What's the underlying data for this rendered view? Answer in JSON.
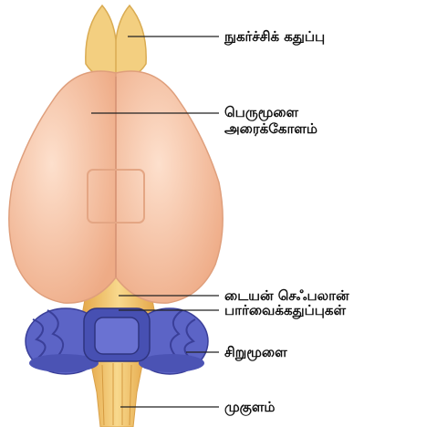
{
  "labels": {
    "olfactory_bulb": "நுகர்ச்சிக் கதுப்பு",
    "cerebral_hemisphere": [
      "பெருமூளை",
      "அரைக்கோளம்"
    ],
    "diencephalon": "டையன் செஃபலான்",
    "optic_lobes": "பார்வைக்கதுப்புகள்",
    "cerebellum": "சிறுமூளை",
    "medulla": "முகுளம்"
  },
  "colors": {
    "cerebrum": "#f6c2a2",
    "cerebrum_shade": "#e9a47f",
    "olfactory": "#f3cf80",
    "brainstem": "#f0c068",
    "cerebellum": "#5c64c6",
    "cerebellum_dark": "#3a3f99",
    "leader_line": "#222222"
  }
}
